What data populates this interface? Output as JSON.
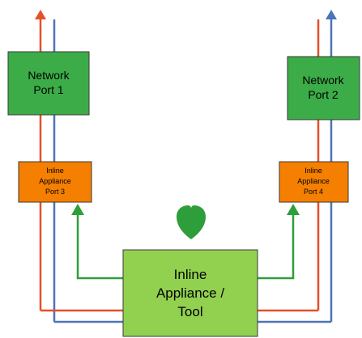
{
  "network_port_1": {
    "line1": "Network",
    "line2": "Port 1"
  },
  "network_port_2": {
    "line1": "Network",
    "line2": "Port 2"
  },
  "inline_port_3": {
    "line1": "Inline",
    "line2": "Appliance",
    "line3": "Port 3"
  },
  "inline_port_4": {
    "line1": "Inline",
    "line2": "Appliance",
    "line3": "Port 4"
  },
  "tool": {
    "line1": "Inline",
    "line2": "Appliance /",
    "line3": "Tool"
  },
  "heart_icon": "heart-icon",
  "colors": {
    "network_box": "#3cac48",
    "inline_port_box": "#f57f00",
    "tool_box": "#92d050",
    "red_line": "#e2512a",
    "blue_line": "#4d74b8",
    "green_arrow": "#2e9e3a",
    "heart": "#2e9e3a",
    "border": "#3a3a3a"
  }
}
